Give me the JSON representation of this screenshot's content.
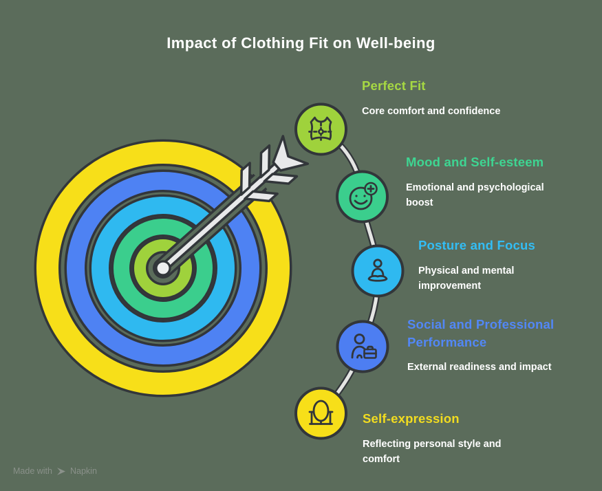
{
  "title": "Impact of Clothing Fit on Well-being",
  "colors": {
    "background": "#5B6C5B",
    "outline": "#32363A",
    "title_text": "#FFFFFF",
    "description_text": "#FFFFFF",
    "connector": "#E4E5E3",
    "arrow_shaft": "#E8E9EA",
    "bullseye_center_dot": "#EDEEEF",
    "watermark_text": "#8A918A"
  },
  "bullseye": {
    "rings": [
      {
        "name": "outer-yellow",
        "color": "#F7DF19"
      },
      {
        "name": "blue",
        "color": "#4E82F3"
      },
      {
        "name": "cyan",
        "color": "#2FB9F0"
      },
      {
        "name": "emerald",
        "color": "#3BCE8D"
      },
      {
        "name": "lime",
        "color": "#9FD23C"
      }
    ]
  },
  "steps": [
    {
      "label": "Perfect Fit",
      "description": "Core comfort and confidence",
      "color": "#9FD23C",
      "label_color": "#A6D843",
      "icon": "fit-vest-icon"
    },
    {
      "label": "Mood and Self-esteem",
      "description": "Emotional and psychological boost",
      "color": "#3BCE8D",
      "label_color": "#3ED592",
      "icon": "smiley-plus-icon"
    },
    {
      "label": "Posture and Focus",
      "description": "Physical and mental improvement",
      "color": "#2FB9F0",
      "label_color": "#33BDF4",
      "icon": "meditation-icon"
    },
    {
      "label": "Social and Professional Performance",
      "description": "External readiness and impact",
      "color": "#4D7EF2",
      "label_color": "#5287F6",
      "icon": "person-briefcase-icon"
    },
    {
      "label": "Self-expression",
      "description": "Reflecting personal style and comfort",
      "color": "#F7DF19",
      "label_color": "#F2DC20",
      "icon": "mirror-icon"
    }
  ],
  "watermark": {
    "text": "Made with",
    "brand": "Napkin"
  }
}
